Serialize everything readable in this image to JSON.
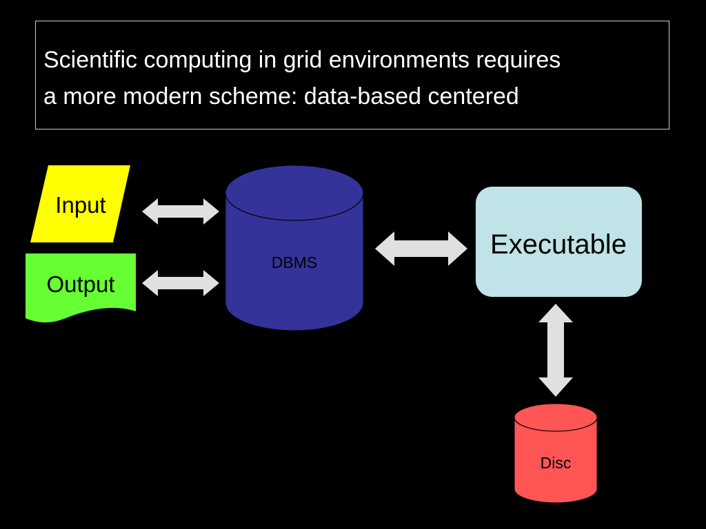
{
  "title": {
    "line1": "Scientific computing in grid environments requires",
    "line2": "a more modern scheme: data-based centered"
  },
  "nodes": {
    "input": {
      "label": "Input",
      "color": "#ffff00"
    },
    "output": {
      "label": "Output",
      "color": "#66ff33"
    },
    "dbms": {
      "label": "DBMS",
      "color": "#333399"
    },
    "executable": {
      "label": "Executable",
      "color": "#bfe3e6"
    },
    "disc": {
      "label": "Disc",
      "color": "#ff5555"
    }
  },
  "arrow_color": "#e0e0e0"
}
